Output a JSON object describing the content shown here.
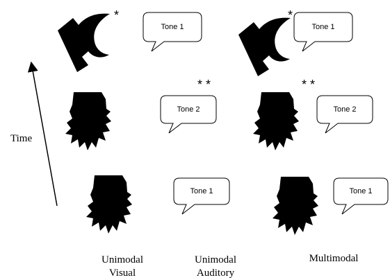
{
  "axis": {
    "time_label": "Time"
  },
  "columns": [
    {
      "line1": "Unimodal",
      "line2": "Visual"
    },
    {
      "line1": "Unimodal",
      "line2": "Auditory"
    },
    {
      "line1": "Multimodal",
      "line2": ""
    }
  ],
  "bubbles": {
    "top_left": "Tone 1",
    "top_right": "Tone 1",
    "mid_left": "Tone 2",
    "mid_right": "Tone 2",
    "bot_left": "Tone 1",
    "bot_right": "Tone 1"
  },
  "significance": {
    "single": "*",
    "double": "* *"
  }
}
